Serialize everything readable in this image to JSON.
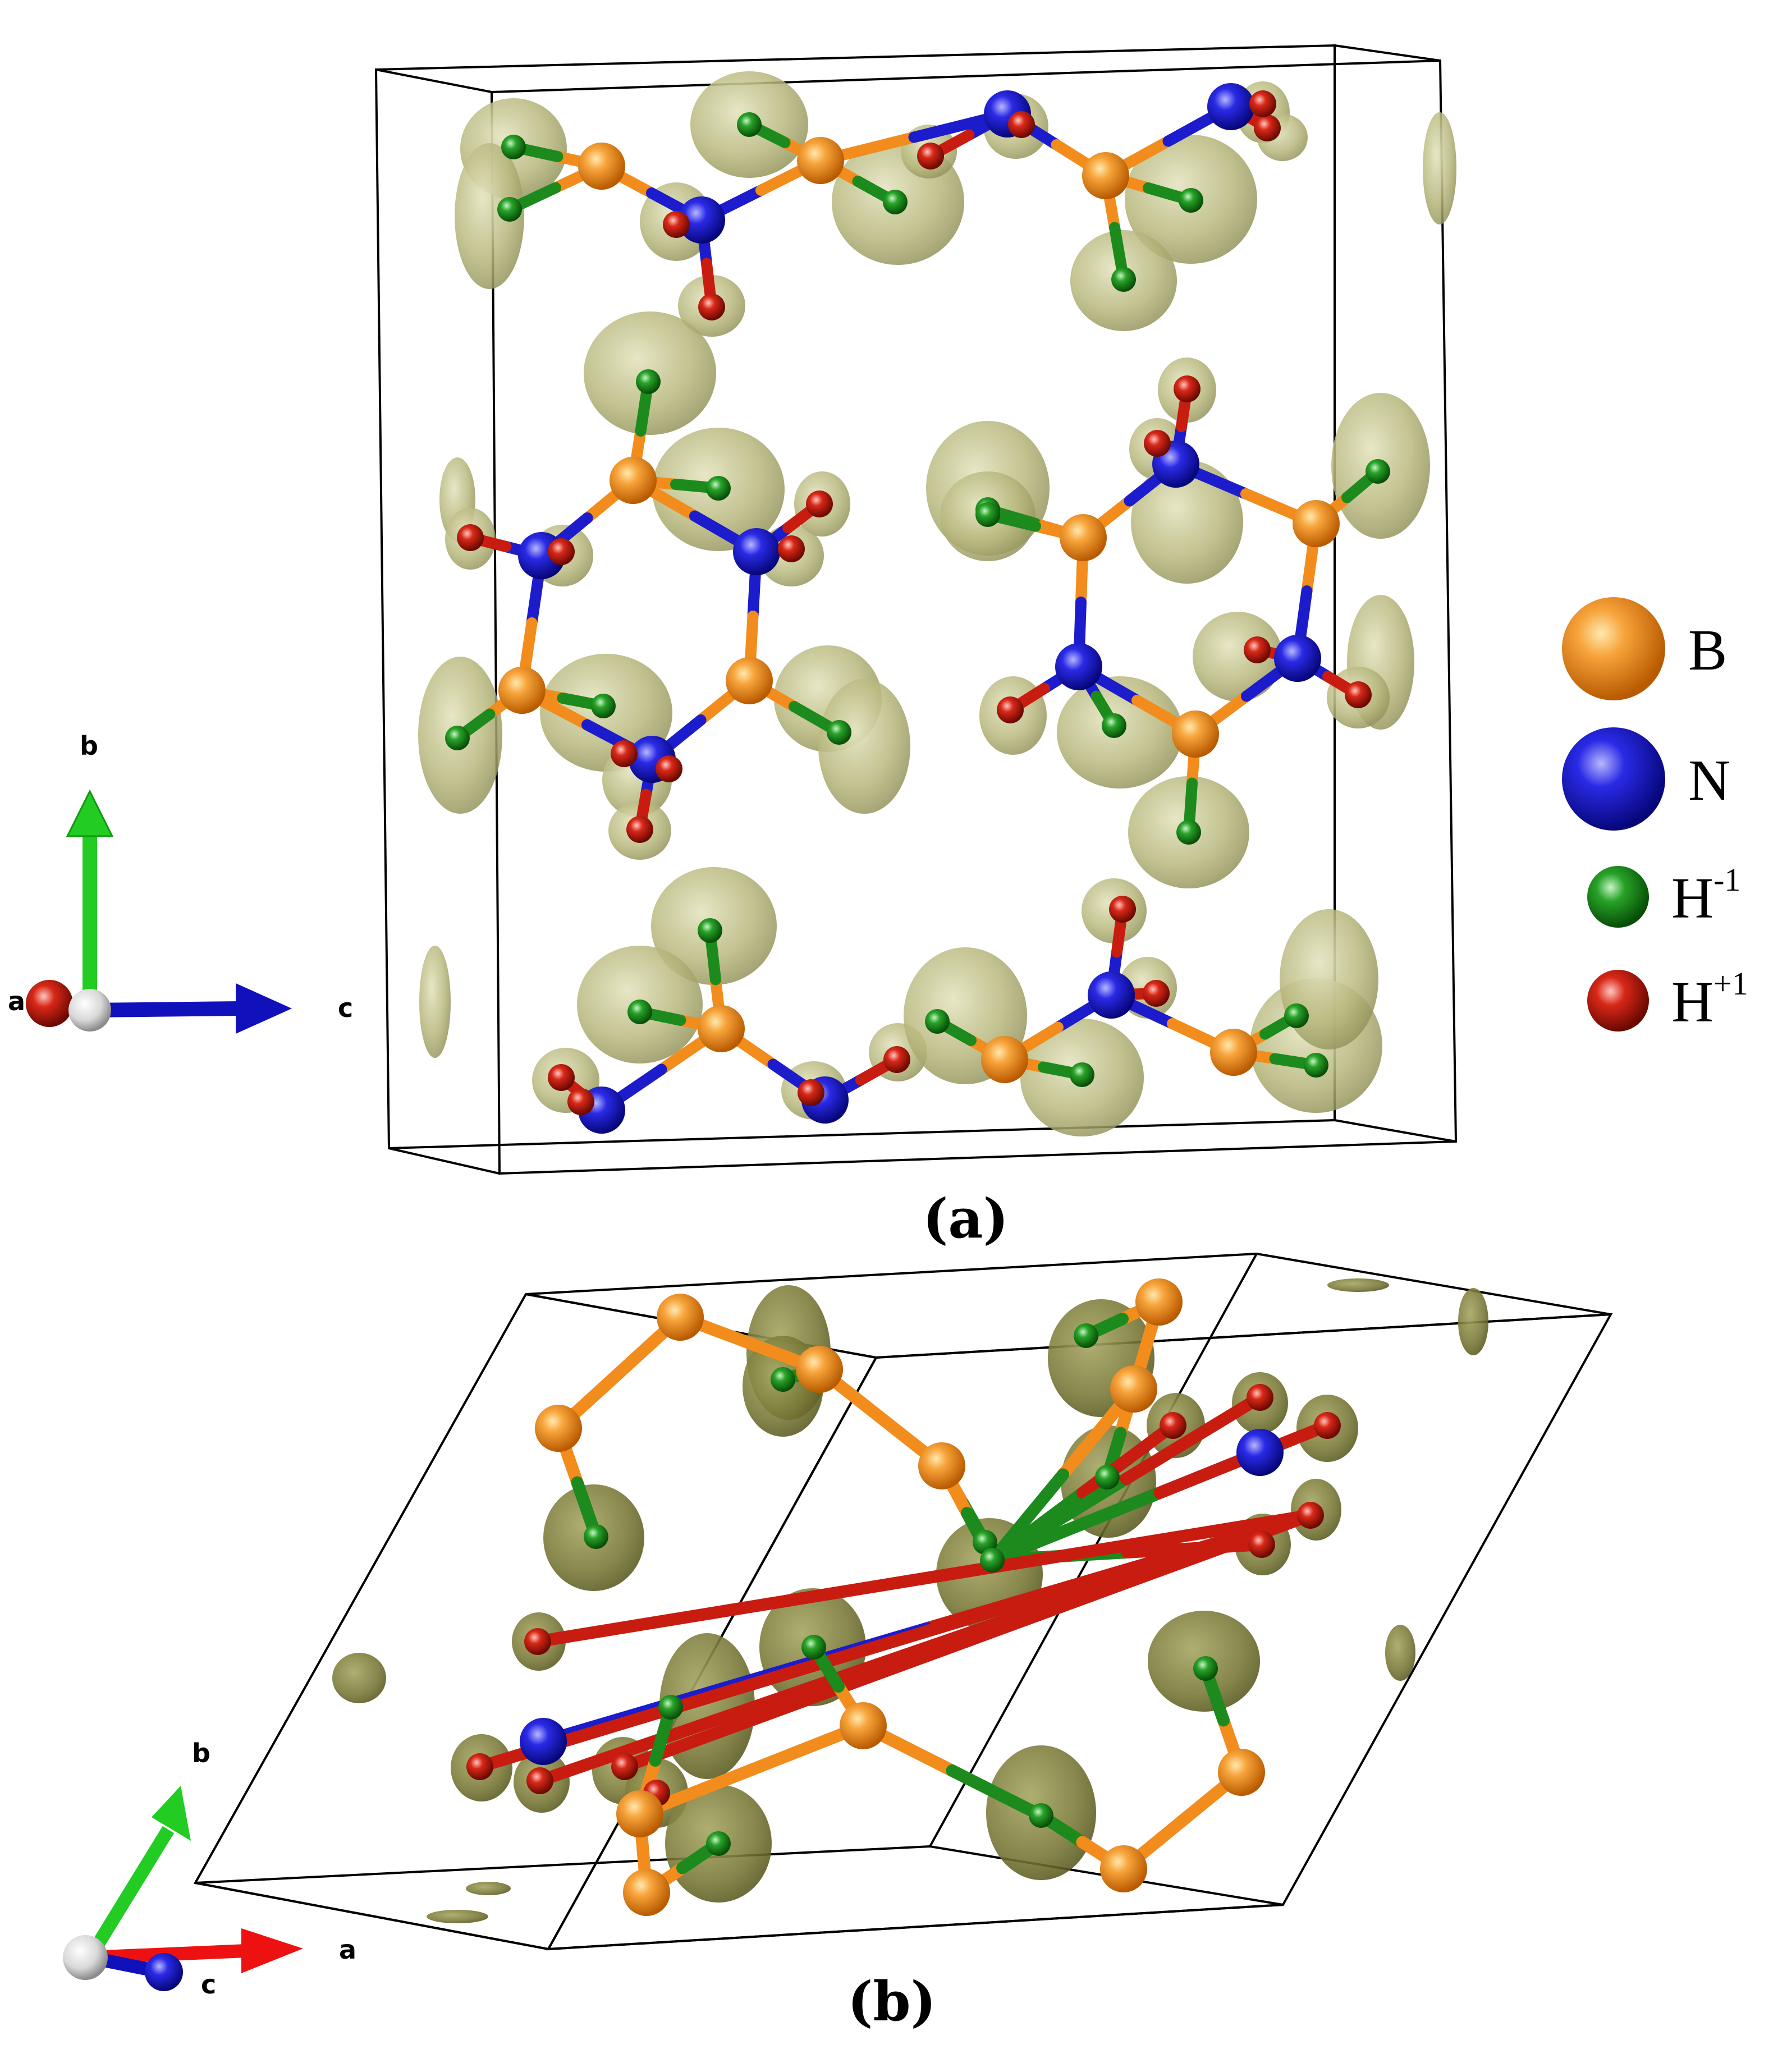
{
  "colors": {
    "boron": "#f28c1c",
    "nitrogen": "#1c1ccc",
    "hydride": "#1c8a1c",
    "proton": "#c81c10",
    "isosurface": "#aeae72",
    "cell_edge": "#000000",
    "axis_a": "#ee1111",
    "axis_b": "#22cc22",
    "axis_c": "#1111bb",
    "axis_origin": "#dddddd"
  },
  "legend": {
    "items": [
      {
        "key": "boron",
        "label": "B",
        "sup": ""
      },
      {
        "key": "nitrogen",
        "label": "N",
        "sup": ""
      },
      {
        "key": "hydride",
        "label": "H",
        "sup": "-1"
      },
      {
        "key": "proton",
        "label": "H",
        "sup": "+1"
      }
    ]
  },
  "panel_a": {
    "label": "(a)",
    "axes": {
      "a": "a",
      "b": "b",
      "c": "c"
    }
  },
  "panel_b": {
    "label": "(b)",
    "axes": {
      "a": "a",
      "b": "b",
      "c": "c"
    }
  }
}
